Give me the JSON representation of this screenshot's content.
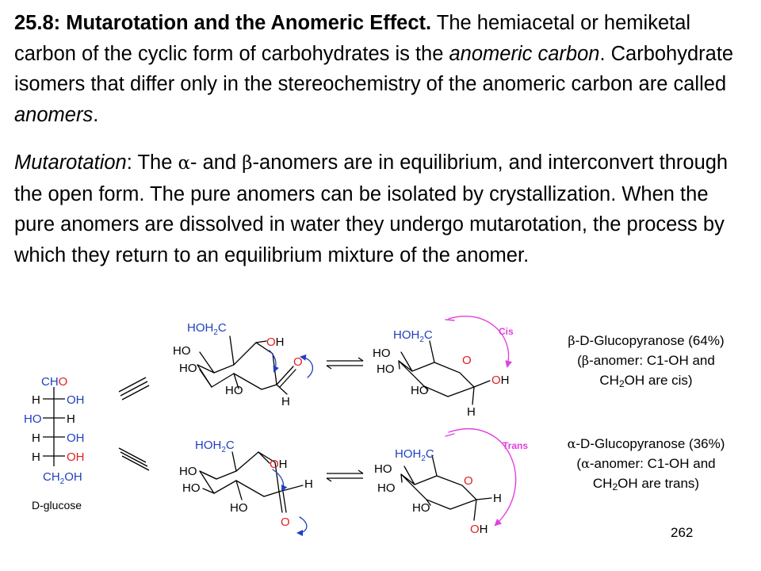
{
  "intro": {
    "heading": "25.8: Mutarotation and the Anomeric Effect.",
    "s1": " The hemiacetal or hemiketal carbon of the cyclic form of carbohydrates  is the ",
    "term1": "anomeric carbon",
    "s2": ". Carbohydrate  isomers that differ only in the stereochemistry of the anomeric carbon are called ",
    "term2": "anomers",
    "s3": "."
  },
  "mutarotation": {
    "term": "Mutarotation",
    "s1": ": The ",
    "alpha": "α",
    "s2": "- and ",
    "beta": "β",
    "s3": "-anomers are in equilibrium, and interconvert through the open form.  The pure anomers can be isolated by crystallization.   When the pure anomers are dissolved in water they undergo mutarotation, the process by which they return to an equilibrium mixture of the anomer."
  },
  "fischer": {
    "top": "CH",
    "top_o": "O",
    "rows": [
      {
        "left": "H",
        "right": "OH"
      },
      {
        "left": "HO",
        "right": "H"
      },
      {
        "left": "H",
        "right": "OH"
      },
      {
        "left": "H",
        "right": "OH"
      }
    ],
    "bottom": "CH",
    "bottom_sub": "2",
    "bottom_end": "OH",
    "caption": "D-glucose"
  },
  "labels": {
    "hoh2c_a": "HOH",
    "hoh2c_sub": "2",
    "hoh2c_b": "C",
    "ho": "HO",
    "oh": "OH",
    "o": "O",
    "h": "H",
    "cis": "Cis",
    "trans": "Trans"
  },
  "beta_caption": {
    "sym": "β",
    "line1": "-D-Glucopyranose (64%)",
    "open": "(",
    "line2": "-anomer: C1-OH and",
    "l3a": "CH",
    "l3sub": "2",
    "l3b": "OH are cis)"
  },
  "alpha_caption": {
    "sym": "α",
    "line1": "-D-Glucopyranose (36%)",
    "open": "(",
    "line2": "-anomer: C1-OH and",
    "l3a": "CH",
    "l3sub": "2",
    "l3b": "OH are trans)"
  },
  "page_number": "262",
  "colors": {
    "blue": "#1f3fbf",
    "red": "#e02020",
    "magenta": "#e040e0",
    "green": "#1a9f3a"
  }
}
